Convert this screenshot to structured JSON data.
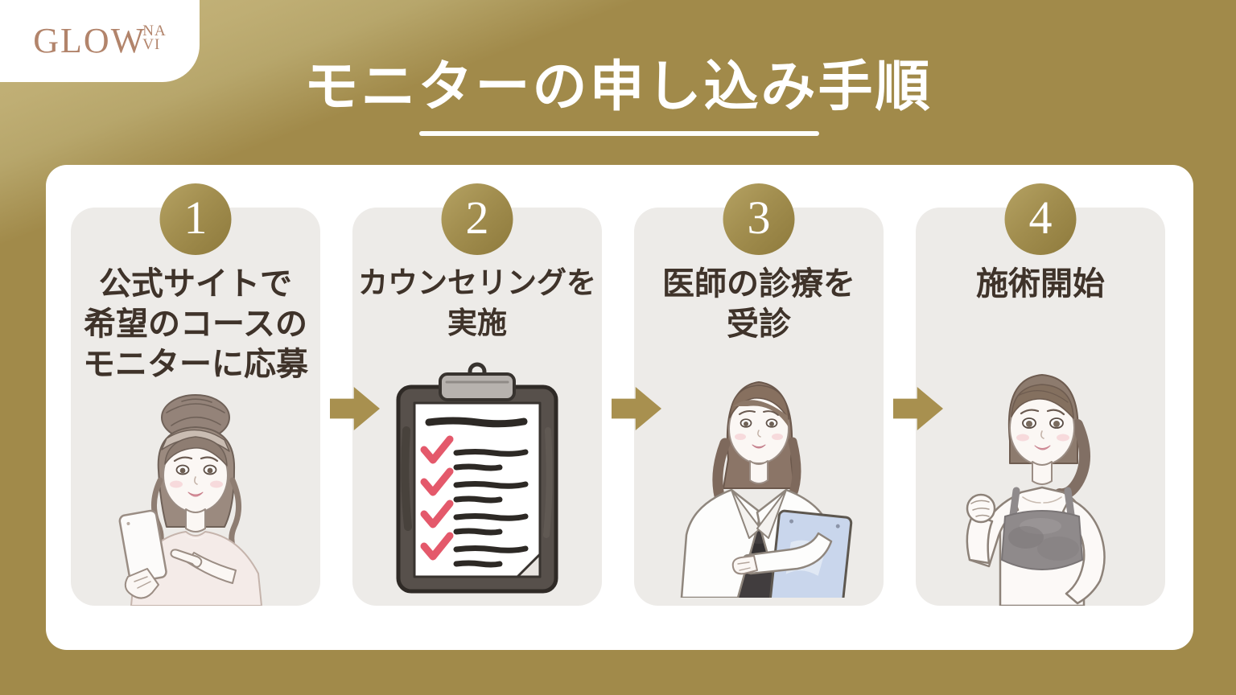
{
  "logo": {
    "word": "GLOW",
    "stack_top": "NA",
    "stack_bottom": "VI"
  },
  "header": {
    "title": "モニターの申し込み手順"
  },
  "panel": {
    "steps": [
      {
        "number": "1",
        "lines": [
          "公式サイトで",
          "希望のコースの",
          "モニターに応募"
        ],
        "illustration": "woman-with-smartphone"
      },
      {
        "number": "2",
        "lines": [
          "カウンセリングを",
          "実施"
        ],
        "illustration": "checklist-clipboard"
      },
      {
        "number": "3",
        "lines": [
          "医師の診療を",
          "受診"
        ],
        "illustration": "female-doctor-with-chart"
      },
      {
        "number": "4",
        "lines": [
          "施術開始"
        ],
        "illustration": "woman-in-sportswear"
      }
    ]
  },
  "colors": {
    "background_gold": "#a18a4a",
    "background_highlight": "#c2b177",
    "panel_bg": "#ffffff",
    "card_bg": "#edebe8",
    "arrow_gold": "#a8904f",
    "circle_gold_light": "#b5a263",
    "circle_gold_dark": "#8e7a3c",
    "title_text": "#ffffff",
    "step_text": "#3f332a",
    "logo_text": "#b2846b",
    "check_red": "#e4596b",
    "clipboard_blue": "#c9d6ec"
  }
}
